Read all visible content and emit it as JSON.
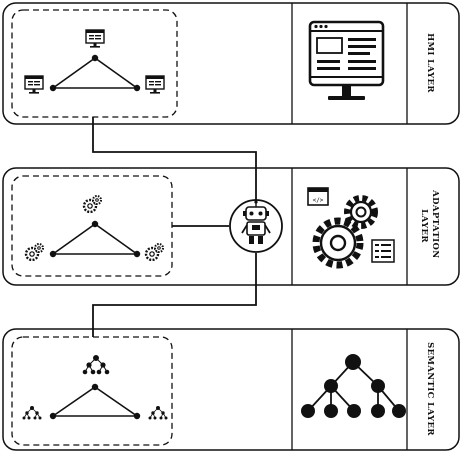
{
  "layers": [
    {
      "id": "hmi",
      "label": "HMI LAYER",
      "icon": "monitor-dashboard-icon"
    },
    {
      "id": "adaptation",
      "label_lines": [
        "ADAPTATION",
        "LAYER"
      ],
      "icon": "gears-code-icon"
    },
    {
      "id": "semantic",
      "label": "SEMANTIC LAYER",
      "icon": "tree-hierarchy-icon"
    }
  ],
  "center_node": {
    "icon": "robot-agent-icon"
  },
  "colors": {
    "line": "#111111",
    "fill": "#ffffff",
    "node": "#111111"
  }
}
